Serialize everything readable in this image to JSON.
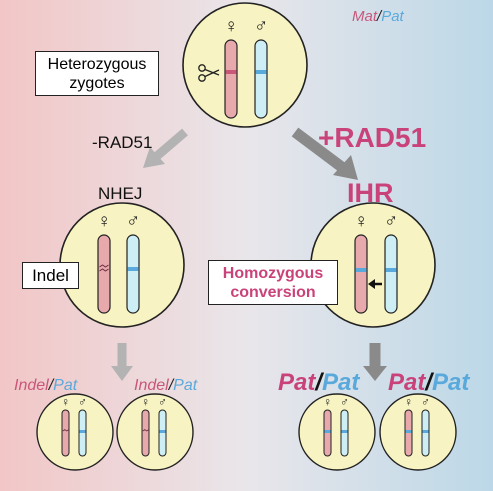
{
  "colors": {
    "maternal": "#c9577a",
    "paternal": "#5aa9dc",
    "maternal_fill": "#e8a9ad",
    "paternal_fill": "#cdeef5",
    "cell_fill": "#f7f3c2",
    "arrow_gray": "#999999",
    "bg_left": "#f2c6c6",
    "bg_right": "#bcd8e8"
  },
  "symbols": {
    "female": "♀",
    "male": "♂"
  },
  "top": {
    "mat_pat": {
      "mat": "Mat",
      "slash": "/",
      "pat": "Pat"
    },
    "box_text_line1": "Heterozygous",
    "box_text_line2": "zygotes",
    "icon": "scissors-icon"
  },
  "left_path": {
    "arrow_label": "-RAD51",
    "pathway": "NHEJ",
    "box_text": "Indel",
    "outcome_1": {
      "a": "Indel",
      "slash": "/",
      "b": "Pat"
    },
    "outcome_2": {
      "a": "Indel",
      "slash": "/",
      "b": "Pat"
    }
  },
  "right_path": {
    "arrow_label": "+RAD51",
    "pathway": "IHR",
    "box_text_line1": "Homozygous",
    "box_text_line2": "conversion",
    "outcome_1": {
      "a": "Pat",
      "slash": "/",
      "b": "Pat"
    },
    "outcome_2": {
      "a": "Pat",
      "slash": "/",
      "b": "Pat"
    }
  }
}
